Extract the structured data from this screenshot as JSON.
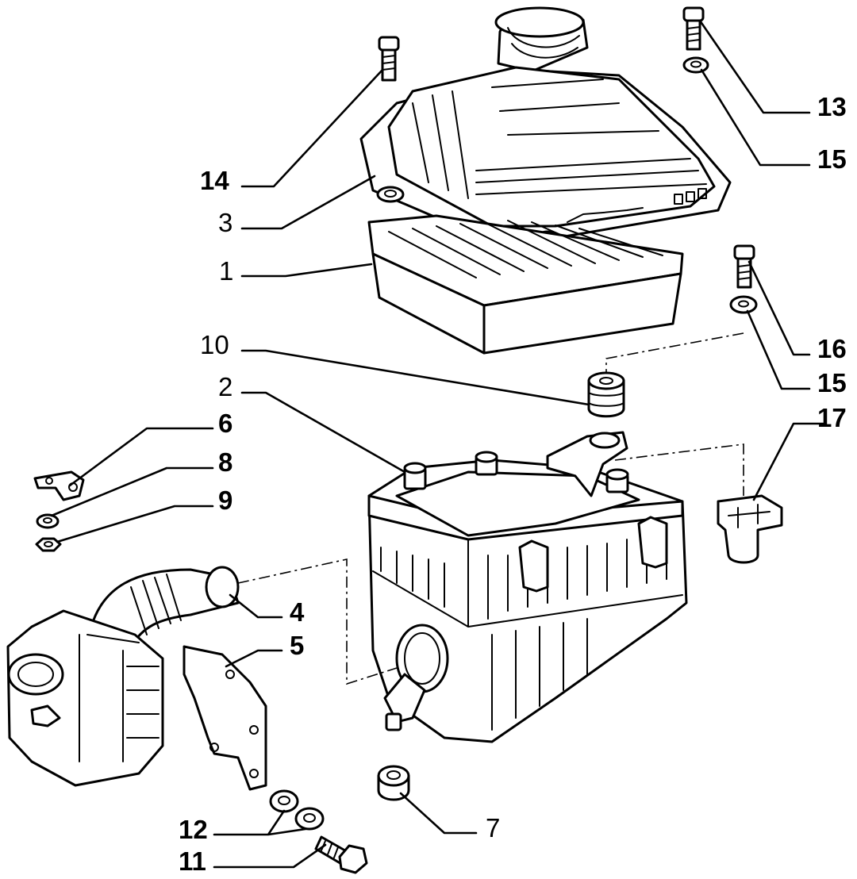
{
  "diagram": {
    "callouts": [
      {
        "id": "c14",
        "label": "14",
        "bold": true
      },
      {
        "id": "c3",
        "label": "3",
        "bold": false
      },
      {
        "id": "c1",
        "label": "1",
        "bold": false
      },
      {
        "id": "c10",
        "label": "10",
        "bold": false
      },
      {
        "id": "c2",
        "label": "2",
        "bold": false
      },
      {
        "id": "c6",
        "label": "6",
        "bold": true
      },
      {
        "id": "c8",
        "label": "8",
        "bold": true
      },
      {
        "id": "c9",
        "label": "9",
        "bold": true
      },
      {
        "id": "c4",
        "label": "4",
        "bold": true
      },
      {
        "id": "c5",
        "label": "5",
        "bold": true
      },
      {
        "id": "c12",
        "label": "12",
        "bold": true
      },
      {
        "id": "c11",
        "label": "11",
        "bold": true
      },
      {
        "id": "c7",
        "label": "7",
        "bold": false
      },
      {
        "id": "c13",
        "label": "13",
        "bold": true
      },
      {
        "id": "c15a",
        "label": "15",
        "bold": true
      },
      {
        "id": "c16",
        "label": "16",
        "bold": true
      },
      {
        "id": "c15b",
        "label": "15",
        "bold": true
      },
      {
        "id": "c17",
        "label": "17",
        "bold": true
      }
    ]
  }
}
